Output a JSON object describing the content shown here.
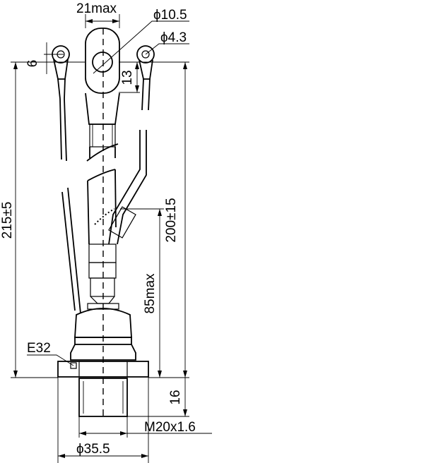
{
  "dimensions": {
    "top_width": "21max",
    "hole_large": "ϕ10.5",
    "hole_small": "ϕ4.3",
    "lug_offset": "6",
    "lug_length": "13",
    "overall_height": "215±5",
    "cable_length": "200±15",
    "body_height": "85max",
    "stud_height": "16",
    "thread": "M20x1.6",
    "hex_width": "ϕ35.5",
    "hex_size": "E32"
  },
  "colors": {
    "ink": "#000000",
    "background": "#ffffff"
  }
}
